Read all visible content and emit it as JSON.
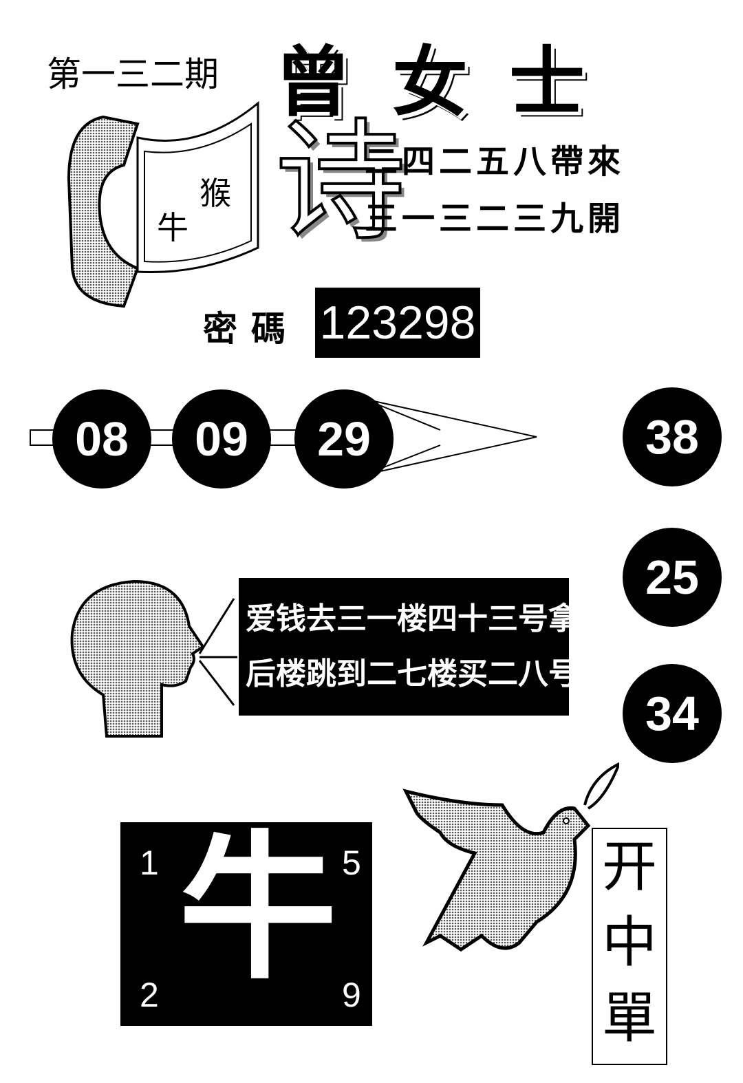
{
  "header": {
    "issue": "第一三二期",
    "title": "曾女士"
  },
  "phone_card": {
    "zodiac_1": "猴",
    "zodiac_2": "牛"
  },
  "poem": {
    "big_char": "诗",
    "line_1": "二四二五八帶來",
    "line_2": "三一三二三九開"
  },
  "secret": {
    "label": "密碼",
    "code": "123298"
  },
  "balls_row": [
    "08",
    "09",
    "29"
  ],
  "balls_right": [
    "38",
    "25",
    "34"
  ],
  "message": {
    "line_1": "爱钱去三一楼四十三号拿",
    "line_2": "后楼跳到二七楼买二八号"
  },
  "ox_box": {
    "char": "牛",
    "numbers": [
      "1",
      "5",
      "2",
      "9"
    ]
  },
  "single_box": {
    "text": [
      "开",
      "中",
      "單"
    ]
  },
  "colors": {
    "ink": "#000000",
    "paper": "#ffffff",
    "halftone": "#999999"
  }
}
